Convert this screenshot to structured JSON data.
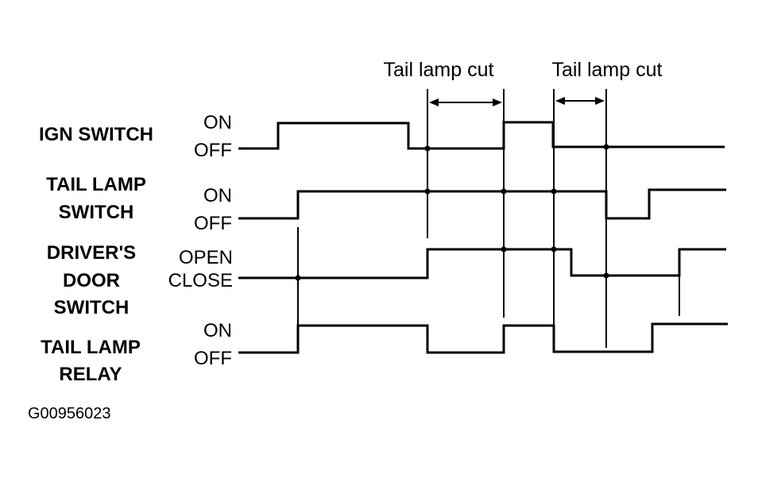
{
  "signals": [
    {
      "id": "ign",
      "label_lines": [
        "IGN SWITCH"
      ],
      "high_label": "ON",
      "low_label": "OFF"
    },
    {
      "id": "tail-switch",
      "label_lines": [
        "TAIL LAMP",
        "SWITCH"
      ],
      "high_label": "ON",
      "low_label": "OFF"
    },
    {
      "id": "door",
      "label_lines": [
        "DRIVER'S",
        "DOOR",
        "SWITCH"
      ],
      "high_label": "OPEN",
      "low_label": "CLOSE"
    },
    {
      "id": "relay",
      "label_lines": [
        "TAIL LAMP",
        "RELAY"
      ],
      "high_label": "ON",
      "low_label": "OFF"
    }
  ],
  "annotations": [
    {
      "label": "Tail lamp cut"
    },
    {
      "label": "Tail lamp cut"
    }
  ],
  "figure_code": "G00956023"
}
